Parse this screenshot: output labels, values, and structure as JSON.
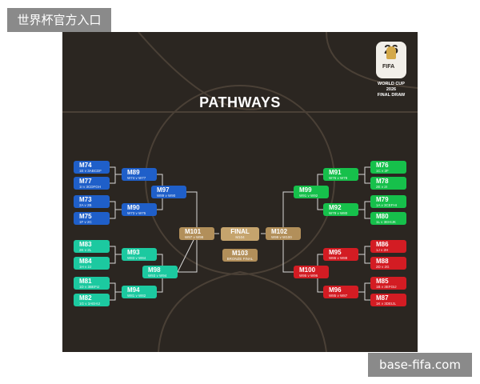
{
  "watermarks": {
    "top": "世界杯官方入口",
    "bottom": "base-fifa.com"
  },
  "poster": {
    "title": "PATHWAYS",
    "logo": {
      "number": "26",
      "brand": "FIFA",
      "line1": "WORLD CUP",
      "line2": "2026",
      "line3": "FINAL DRAW"
    }
  },
  "bracket": {
    "left": {
      "r32": [
        {
          "code": "M74",
          "teams": "1E v 3ABCDF"
        },
        {
          "code": "M77",
          "teams": "1I v 3CDFGH"
        },
        {
          "code": "M73",
          "teams": "2A v 2B"
        },
        {
          "code": "M75",
          "teams": "1F v 2C"
        },
        {
          "code": "M83",
          "teams": "2K v 2L"
        },
        {
          "code": "M84",
          "teams": "1H v 2J"
        },
        {
          "code": "M81",
          "teams": "1D v 3BEFIJ"
        },
        {
          "code": "M82",
          "teams": "1G v 3AEHIJ"
        }
      ],
      "r16": [
        {
          "code": "M89",
          "teams": "W74 v W77"
        },
        {
          "code": "M90",
          "teams": "W73 v W75"
        },
        {
          "code": "M93",
          "teams": "W83 v W84"
        },
        {
          "code": "M94",
          "teams": "W81 v W82"
        }
      ],
      "qf": [
        {
          "code": "M97",
          "teams": "W89 v W90"
        },
        {
          "code": "M98",
          "teams": "W93 v W94"
        }
      ],
      "sf": {
        "code": "M101",
        "teams": "W97 v W98"
      }
    },
    "right": {
      "r32": [
        {
          "code": "M76",
          "teams": "1C v 2F"
        },
        {
          "code": "M78",
          "teams": "2E v 2I"
        },
        {
          "code": "M79",
          "teams": "1A v 3CEFHI"
        },
        {
          "code": "M80",
          "teams": "1L v 3EHIJK"
        },
        {
          "code": "M86",
          "teams": "1J v 2H"
        },
        {
          "code": "M88",
          "teams": "2D v 2G"
        },
        {
          "code": "M85",
          "teams": "1B v 3EFGIJ"
        },
        {
          "code": "M87",
          "teams": "1K v 3DEIJL"
        }
      ],
      "r16": [
        {
          "code": "M91",
          "teams": "W76 v W78"
        },
        {
          "code": "M92",
          "teams": "W79 v W80"
        },
        {
          "code": "M95",
          "teams": "W86 v W88"
        },
        {
          "code": "M96",
          "teams": "W85 v W87"
        }
      ],
      "qf": [
        {
          "code": "M99",
          "teams": "W91 v W92"
        },
        {
          "code": "M100",
          "teams": "W95 v W96"
        }
      ],
      "sf": {
        "code": "M102",
        "teams": "W99 v W100"
      }
    },
    "final": {
      "code": "FINAL",
      "teams": "M104"
    },
    "third_place": {
      "code": "M103",
      "teams": "BRONZE FINAL"
    }
  },
  "colors": {
    "left_top": "#1f5fc9",
    "left_bottom": "#1cc9a0",
    "right_top": "#16c04b",
    "right_bottom": "#d31c23",
    "center": "#b28f5a"
  }
}
